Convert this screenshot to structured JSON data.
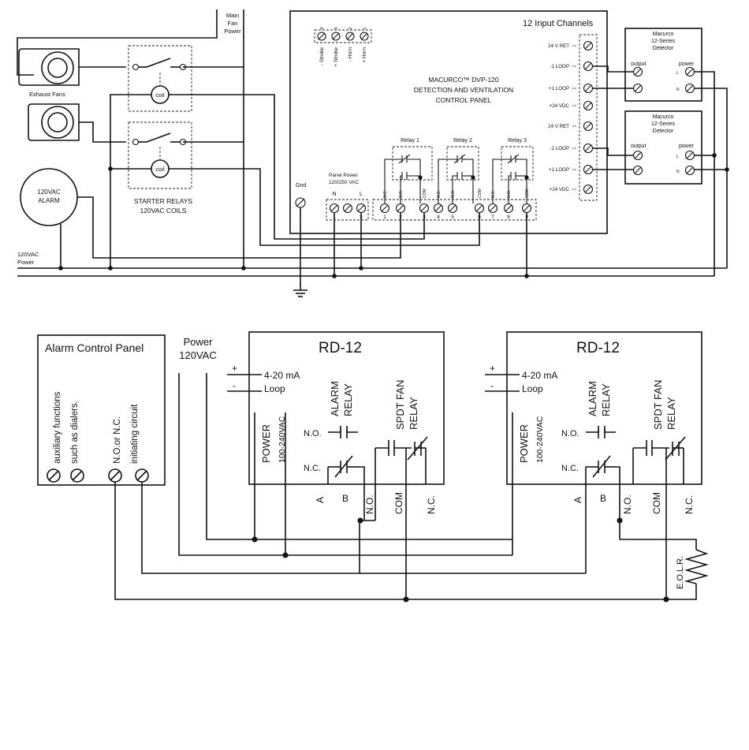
{
  "top": {
    "main_fan_power": [
      "Main",
      "Fan",
      "Power"
    ],
    "exhaust_fans": "Exhaust Fans",
    "coil": "coil",
    "starter_relays": [
      "STARTER RELAYS",
      "120VAC COILS"
    ],
    "alarm_120": [
      "120VAC",
      "ALARM"
    ],
    "power_120": [
      "120VAC",
      "Power"
    ],
    "gnd": "Gnd",
    "panel_title": "12 Input Channels",
    "panel_name": [
      "MACURCO™ DVP-120",
      "DETECTION AND VENTILATION",
      "CONTROL PANEL"
    ],
    "strobe_horn": [
      "- Strobe",
      "+ Strobe",
      "- Horn",
      "+ Horn"
    ],
    "strobe_horn_nums": [
      "4",
      "3",
      "2",
      "1"
    ],
    "channel_labels": [
      "24 V RET",
      "-1 LOOP",
      "+1 LOOP",
      "+24 VDC",
      "24 V RET",
      "-1 LOOP",
      "+1 LOOP",
      "+24 VDC"
    ],
    "panel_power": [
      "Panel Power",
      "120/250 VAC"
    ],
    "panel_power_terms": [
      "N",
      "L"
    ],
    "panel_power_nums": [
      "1",
      "3"
    ],
    "relays": [
      "Relay 1",
      "Relay 2",
      "Relay 3"
    ],
    "relay_terms": [
      "N.C.",
      "N.O.",
      "COM",
      "N.C.",
      "N.O.",
      "COM",
      "N.C.",
      "N.O.",
      "COM"
    ],
    "relay_nums": [
      "1",
      "2",
      "3",
      "4",
      "5",
      "6",
      "7",
      "8",
      "9"
    ],
    "detector_name": [
      "Macurco",
      "12-Series",
      "Detector"
    ],
    "det_output": "output",
    "det_power": "power",
    "det_L": "L",
    "det_N": "N"
  },
  "bottom": {
    "acp_title": "Alarm Control Panel",
    "acp_aux": [
      "auxiliary functions",
      "such as dialers."
    ],
    "acp_init": [
      "N.O.or N.C.",
      "initiating circuit"
    ],
    "power": [
      "Power",
      "120VAC"
    ],
    "rd_title": "RD-12",
    "loop": [
      "4-20 mA",
      "Loop"
    ],
    "plus": "+",
    "minus": "-",
    "power_vert": "POWER",
    "power_range": "100-240VAC",
    "alarm_relay": [
      "ALARM",
      "RELAY"
    ],
    "fan_relay": [
      "SPDT FAN",
      "RELAY"
    ],
    "no_label": "N.O.",
    "nc_label": "N.C.",
    "terms": [
      "A",
      "B",
      "N.O.",
      "COM",
      "N.C."
    ],
    "eolr": "E.O.L.R."
  }
}
